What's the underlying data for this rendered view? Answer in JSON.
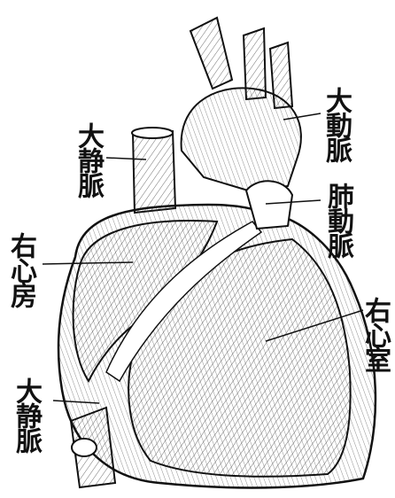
{
  "labels": {
    "aorta": "大動脈",
    "superior_vena_cava": "大静脈",
    "pulmonary_artery": "肺動脈",
    "right_atrium": "右心房",
    "ventricle": "右心室",
    "inferior_vena_cava": "大静脈"
  },
  "colors": {
    "ink": "#111111",
    "paper": "#ffffff",
    "shade": "#c9c9c9"
  }
}
